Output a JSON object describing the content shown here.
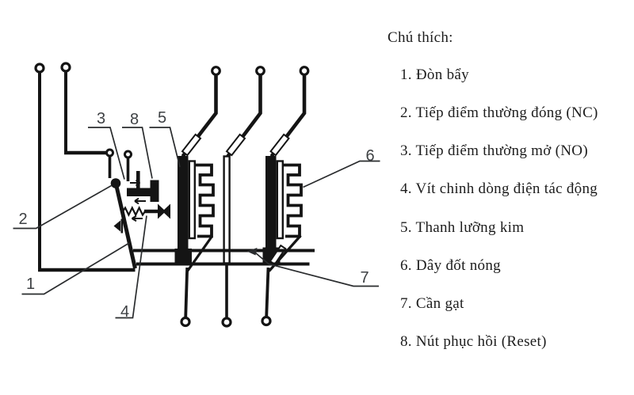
{
  "legend": {
    "title": "Chú thích:",
    "items": [
      "1. Đòn bẩy",
      "2. Tiếp điểm thường đóng (NC)",
      "3. Tiếp điểm thường mở (NO)",
      "4. Vít chinh dòng điện tác động",
      "5. Thanh lưỡng kim",
      "6. Dây đốt nóng",
      "7. Cần gạt",
      "8. Nút phục hồi (Reset)"
    ]
  },
  "diagram": {
    "labels": {
      "lever": "1",
      "nc_contact": "2",
      "no_contact": "3",
      "adjust_screw": "4",
      "bimetal": "5",
      "heater": "6",
      "slider": "7",
      "reset": "8"
    },
    "colors": {
      "line": "#141414",
      "label": "#3e4144",
      "background": "#ffffff"
    }
  }
}
